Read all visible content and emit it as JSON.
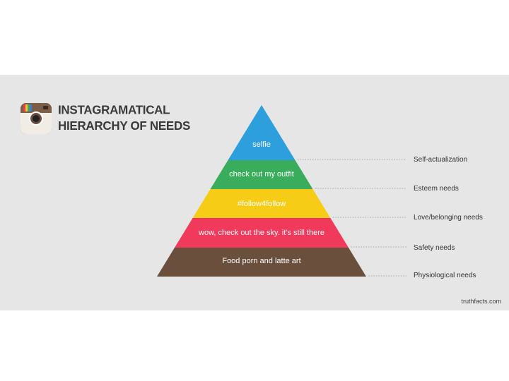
{
  "title": {
    "line1": "INSTAGRAMATICAL",
    "line2": "HIERARCHY OF NEEDS"
  },
  "logo": {
    "icon": "instagram-camera-icon",
    "stripe_colors": [
      "#e8423f",
      "#f6c338",
      "#49a35a",
      "#3c80c4"
    ]
  },
  "pyramid": {
    "levels": [
      {
        "label": "selfie",
        "color": "#2c9fdc"
      },
      {
        "label": "check out my outfit",
        "color": "#3aad5c"
      },
      {
        "label": "#follow4follow",
        "color": "#f7cc17"
      },
      {
        "label": "wow, check out the sky. it's still there",
        "color": "#f1395b"
      },
      {
        "label": "Food porn and latte art",
        "color": "#6b4f3d"
      }
    ]
  },
  "needs": [
    "Self-actualization",
    "Esteem needs",
    "Love/belonging needs",
    "Safety needs",
    "Physiological needs"
  ],
  "credit": "truthfacts.com"
}
